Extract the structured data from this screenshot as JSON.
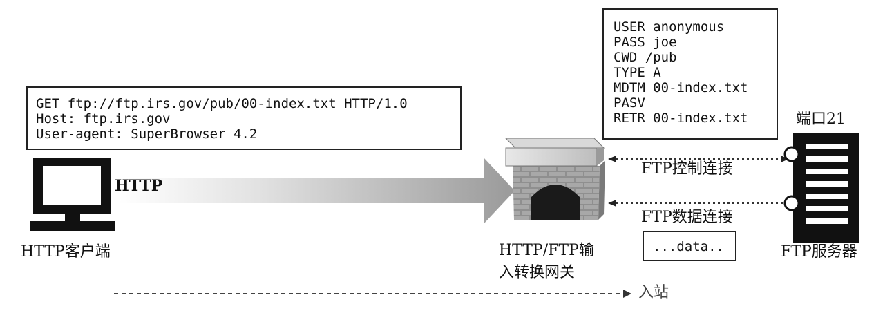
{
  "http_request": {
    "lines": [
      "GET ftp://ftp.irs.gov/pub/00-index.txt HTTP/1.0",
      "Host: ftp.irs.gov",
      "User-agent: SuperBrowser 4.2"
    ]
  },
  "ftp_commands": {
    "lines": [
      "USER anonymous",
      "PASS joe",
      "CWD /pub",
      "TYPE A",
      "MDTM 00-index.txt",
      "PASV",
      "RETR 00-index.txt"
    ]
  },
  "labels": {
    "http_arrow": "HTTP",
    "client": "HTTP客户端",
    "gateway_line1": "HTTP/FTP输",
    "gateway_line2": "入转换网关",
    "port": "端口21",
    "control_conn": "FTP控制连接",
    "data_conn": "FTP数据连接",
    "data_payload": "...data..",
    "server": "FTP服务器",
    "inbound": "入站"
  },
  "icons": {
    "client": "computer-monitor-icon",
    "gateway": "brick-archway-gateway-icon",
    "server": "server-rack-icon"
  }
}
